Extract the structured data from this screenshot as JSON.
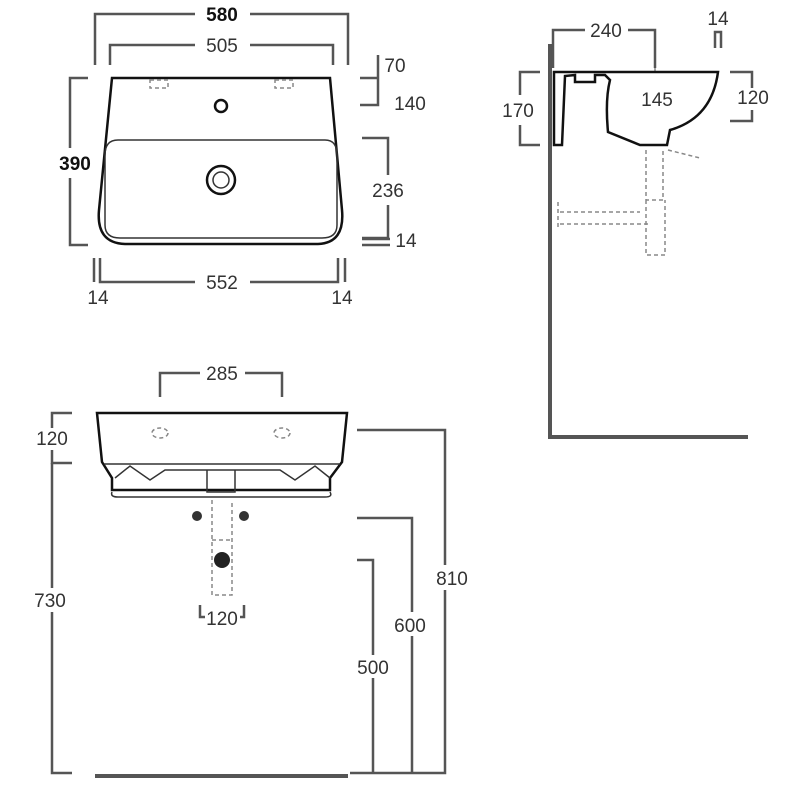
{
  "top_view": {
    "overall_width": "580",
    "hole_spacing": "505",
    "depth": "390",
    "rear_offset": "70",
    "tap_offset": "140",
    "bowl_depth": "236",
    "front_rim": "14",
    "base_width": "552",
    "side_left": "14",
    "side_right": "14"
  },
  "side_view": {
    "projection": "240",
    "rim_thickness": "14",
    "total_height": "170",
    "drain_offset": "145",
    "bowl_height": "120"
  },
  "front_view": {
    "fixing_spacing": "285",
    "basin_height": "120",
    "bracket_height": "730",
    "rim_height": "810",
    "supply_height": "600",
    "waste_height": "500",
    "waste_width": "120"
  }
}
